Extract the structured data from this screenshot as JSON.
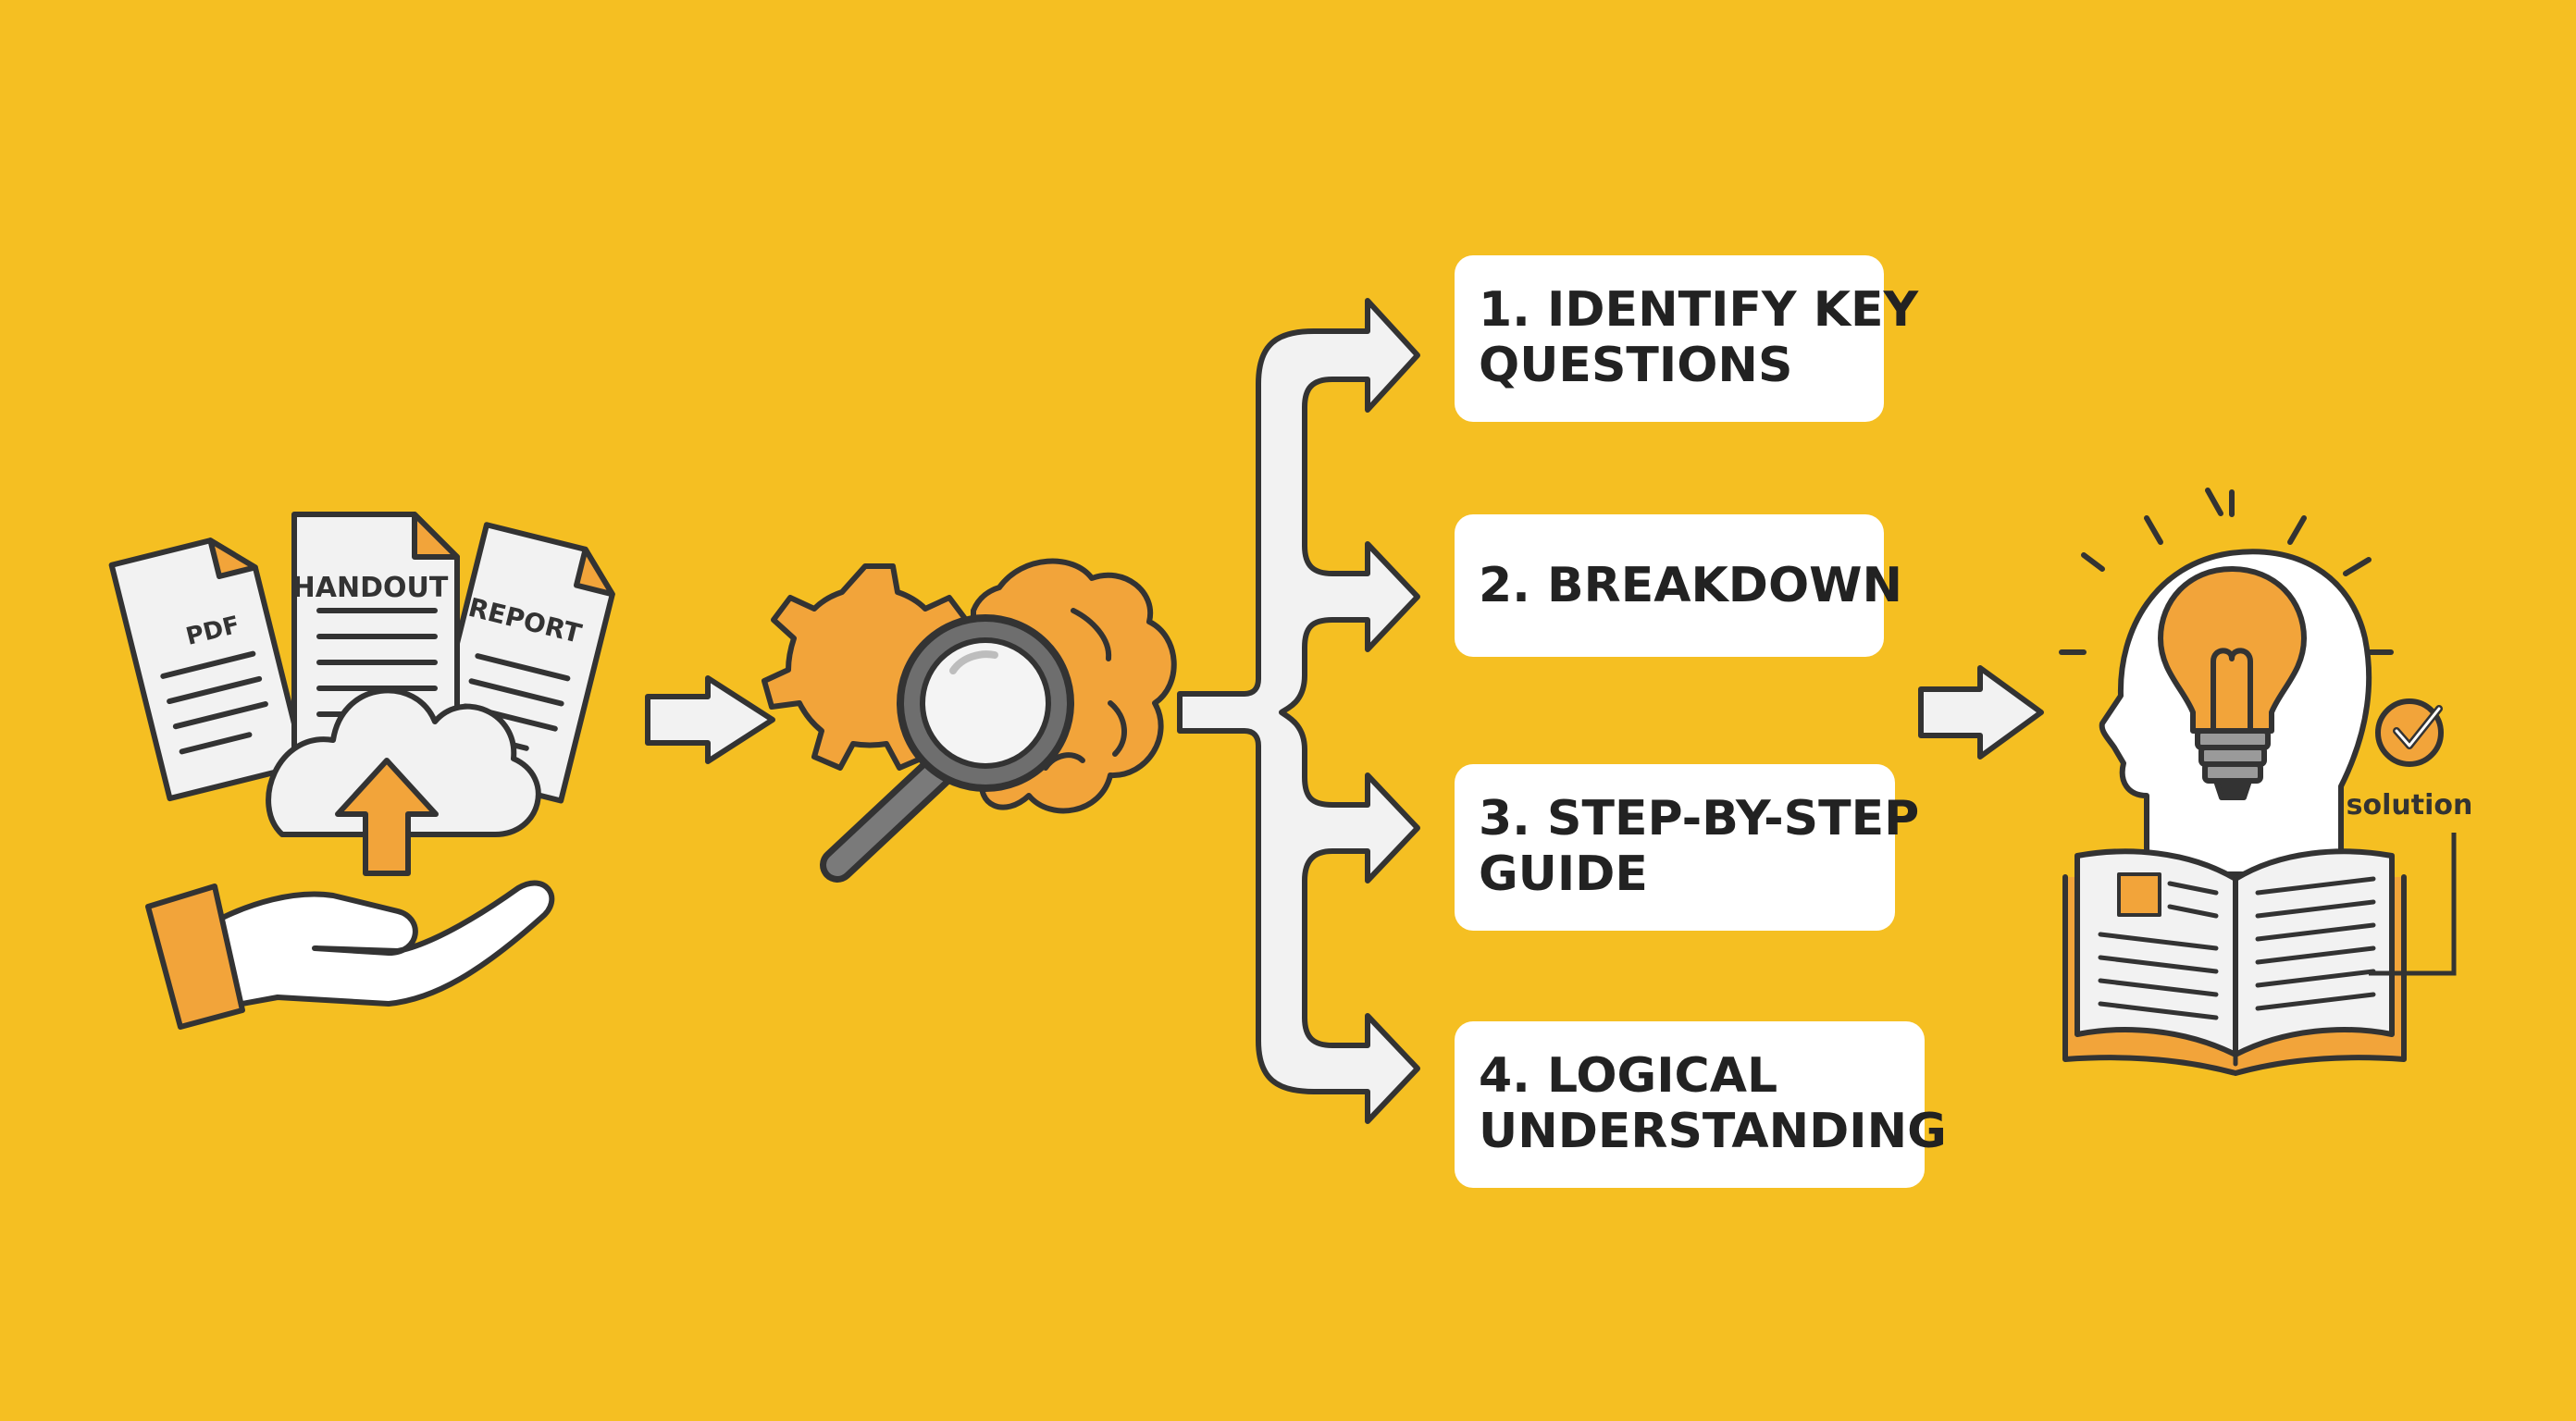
{
  "colors": {
    "background": "#F5BF22",
    "accent_orange": "#F2A43A",
    "outline": "#333333",
    "paper": "#F2F2F2",
    "card": "#FFFFFF"
  },
  "documents": {
    "left": "PDF",
    "center": "HANDOUT",
    "right": "REPORT"
  },
  "icons": {
    "input": [
      "document-stack-icon",
      "cloud-upload-icon",
      "open-hand-icon"
    ],
    "analysis": [
      "gear-icon",
      "magnifying-glass-icon",
      "brain-icon"
    ],
    "output": [
      "head-profile-icon",
      "lightbulb-icon",
      "checkmark-badge-icon",
      "open-book-icon"
    ]
  },
  "steps": [
    {
      "lines": [
        "1. IDENTIFY KEY",
        "QUESTIONS"
      ]
    },
    {
      "lines": [
        "2. BREAKDOWN"
      ]
    },
    {
      "lines": [
        "3. STEP-BY-STEP",
        "GUIDE"
      ]
    },
    {
      "lines": [
        "4. LOGICAL",
        "UNDERSTANDING"
      ]
    }
  ],
  "solution_label": "solution"
}
